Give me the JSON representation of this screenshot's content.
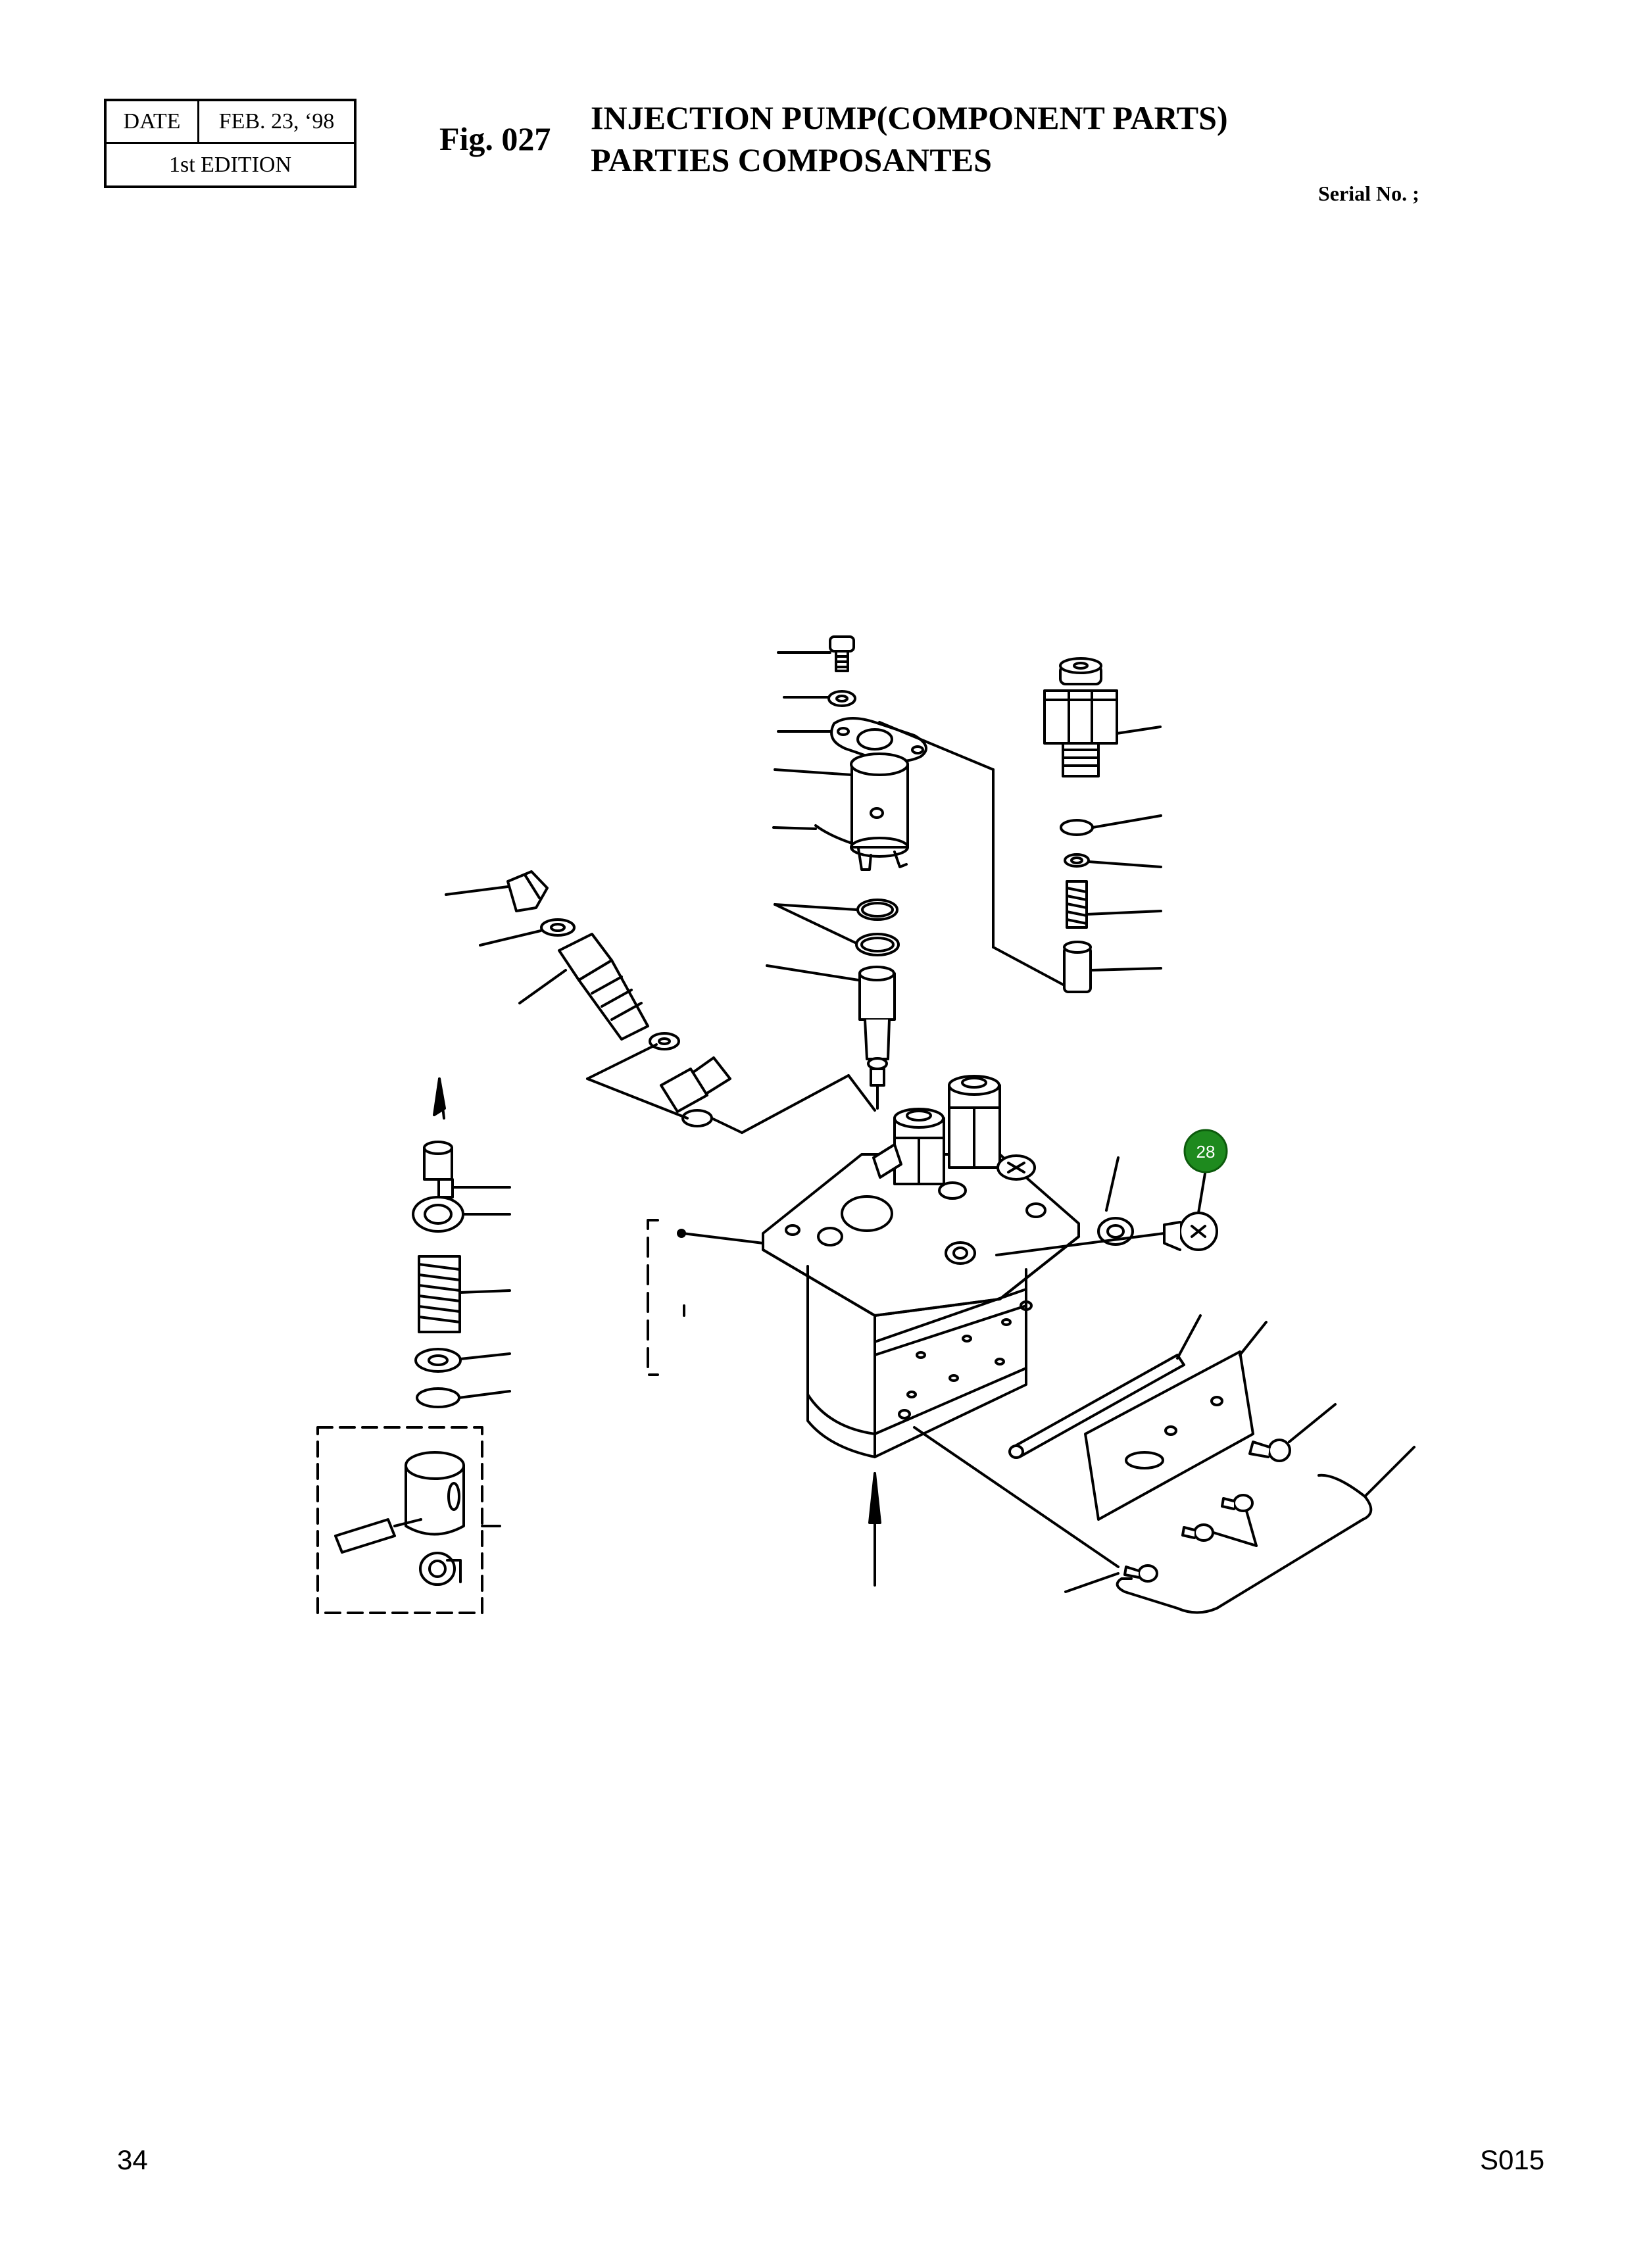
{
  "header": {
    "date_label": "DATE",
    "date_value": "FEB. 23, ‘98",
    "edition": "1st EDITION",
    "fig_number": "Fig. 027",
    "title_line1": "INJECTION PUMP(COMPONENT PARTS)",
    "title_line2": "PARTIES COMPOSANTES",
    "serial": "Serial No. ;"
  },
  "diagram": {
    "callout_badge": {
      "label": "28",
      "color": "#1e8a1e"
    }
  },
  "footer": {
    "page_number": "34",
    "page_code": "S015"
  }
}
